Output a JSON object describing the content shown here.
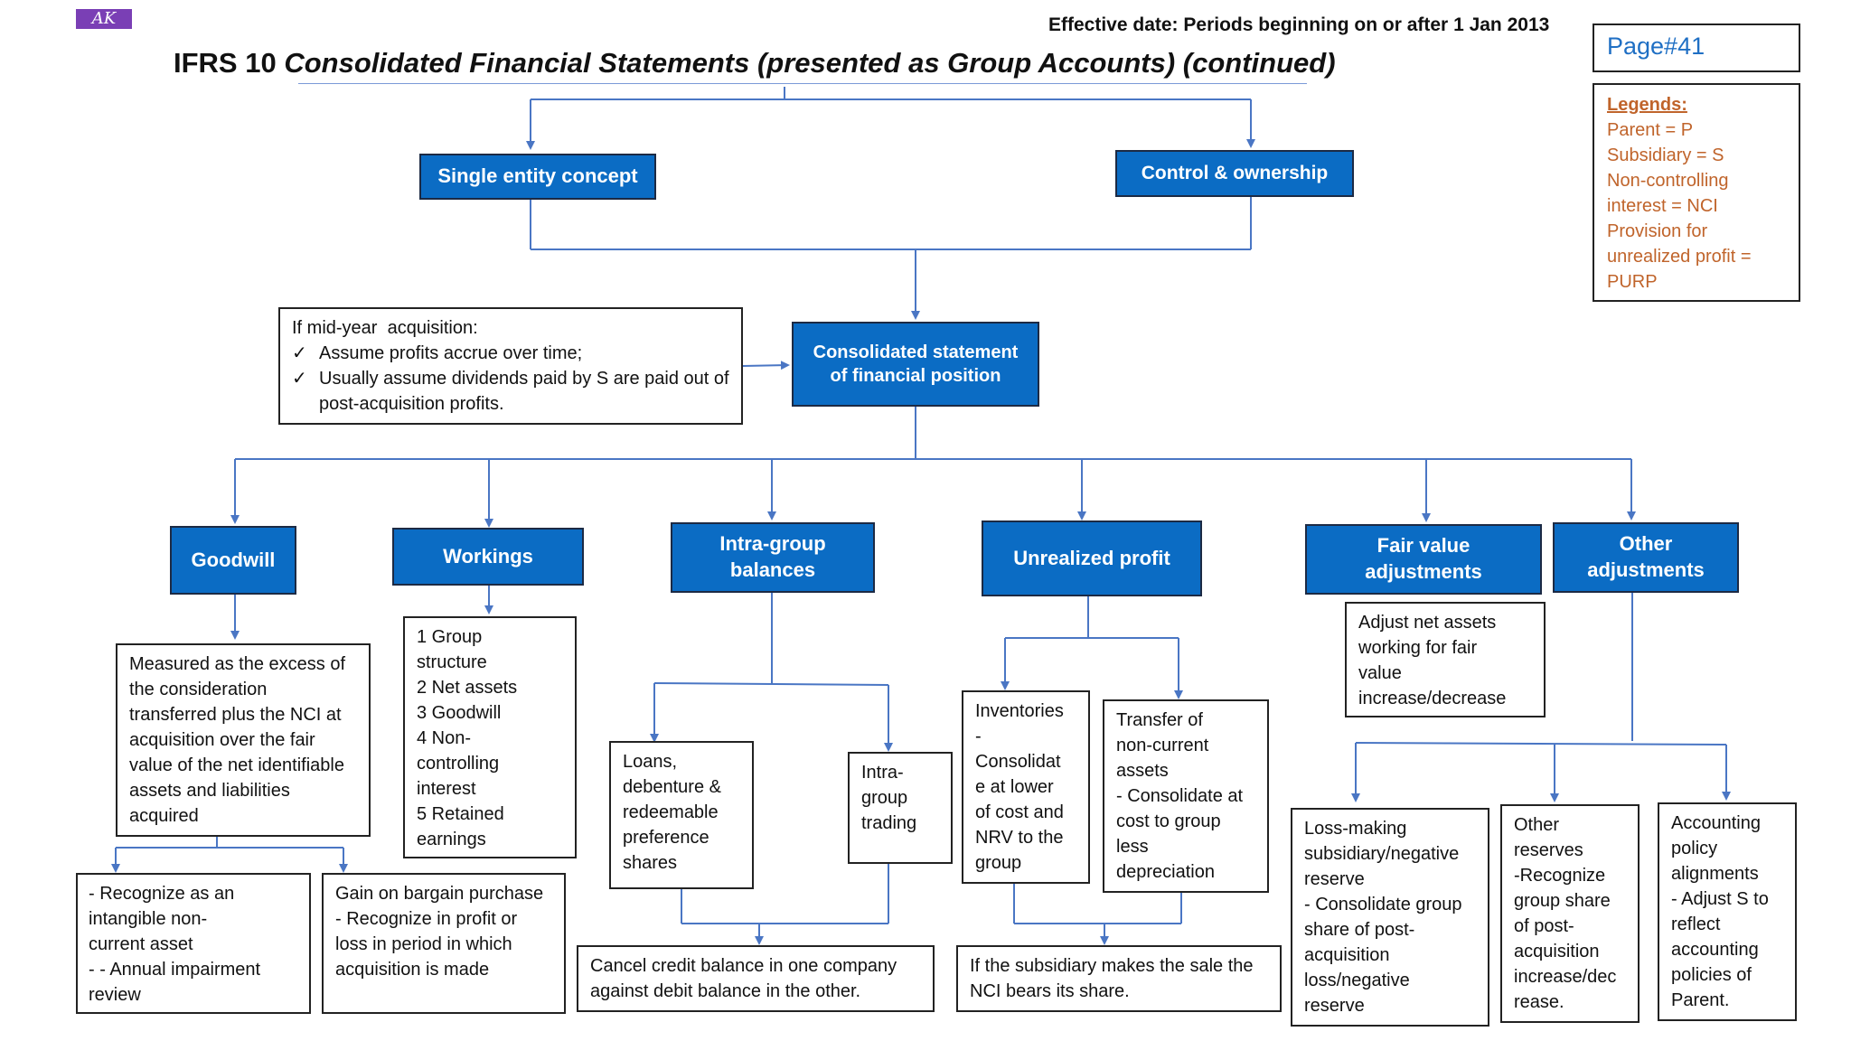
{
  "header": {
    "logo_text": "AK",
    "effective_date": "Effective date: Periods beginning on or after 1 Jan 2013",
    "title_prefix": "IFRS 10 ",
    "title_italic": "Consolidated Financial Statements (presented as Group Accounts) (continued)",
    "page_label": "Page#41"
  },
  "legend": {
    "heading": "Legends:",
    "items": [
      "Parent = P",
      "Subsidiary = S",
      "Non-controlling interest = NCI",
      "Provision for unrealized profit = PURP"
    ]
  },
  "nodes": {
    "single_entity": "Single entity concept",
    "control_ownership": "Control & ownership",
    "consolidated_sofp": "Consolidated statement of financial position",
    "goodwill": "Goodwill",
    "workings": "Workings",
    "intra_group": "Intra-group balances",
    "unrealized_profit": "Unrealized profit",
    "fair_value": "Fair value adjustments",
    "other_adjustments": "Other adjustments"
  },
  "notes": {
    "mid_year_heading": "If mid-year  acquisition:",
    "mid_year_items": [
      "Assume profits accrue over time;",
      "Usually assume dividends paid by S are paid out of post-acquisition profits."
    ],
    "checkmark": "✓",
    "goodwill_def": "Measured as the excess of the consideration transferred plus the NCI at acquisition over the fair value of the net identifiable assets and liabilities acquired",
    "goodwill_recognize": "-     Recognize as an\n       intangible non-\n       current asset\n-     - Annual impairment\n       review",
    "bargain_purchase": "Gain on bargain purchase\n- Recognize in profit or loss in period in which acquisition is made",
    "workings_list": "1 Group\nstructure\n2 Net assets\n3 Goodwill\n4 Non-\ncontrolling\ninterest\n5 Retained\nearnings",
    "loans": "Loans,\ndebenture &\nredeemable\npreference\nshares",
    "intra_trading": "Intra-\ngroup\ntrading",
    "cancel_balance": "Cancel credit balance in one company against debit balance in the other.",
    "inventories": "Inventories\n-\nConsolidat\ne at lower\nof cost and\nNRV to the\ngroup",
    "transfer_ncа": "",
    "transfer_nca": "Transfer of\nnon-current\nassets\n- Consolidate at\ncost to group\nless\ndepreciation",
    "nci_share": "If the subsidiary makes the sale the NCI bears its share.",
    "fair_value_note": "Adjust net assets\nworking for fair\nvalue\nincrease/decrease",
    "loss_making": "Loss-making\nsubsidiary/negative\nreserve\n- Consolidate group\nshare of post-\nacquisition\nloss/negative\nreserve",
    "other_reserves": "Other\nreserves\n-Recognize\ngroup share\nof post-\nacquisition\nincrease/dec\nrease.",
    "accounting_policy": "Accounting\npolicy\nalignments\n- Adjust S to\nreflect\naccounting\npolicies of\nParent."
  },
  "colors": {
    "box_fill": "#0b6cc4",
    "box_border": "#1c2a44",
    "connector": "#4a76c4",
    "legend_text": "#c0642b",
    "page_text": "#1f6fc4"
  }
}
